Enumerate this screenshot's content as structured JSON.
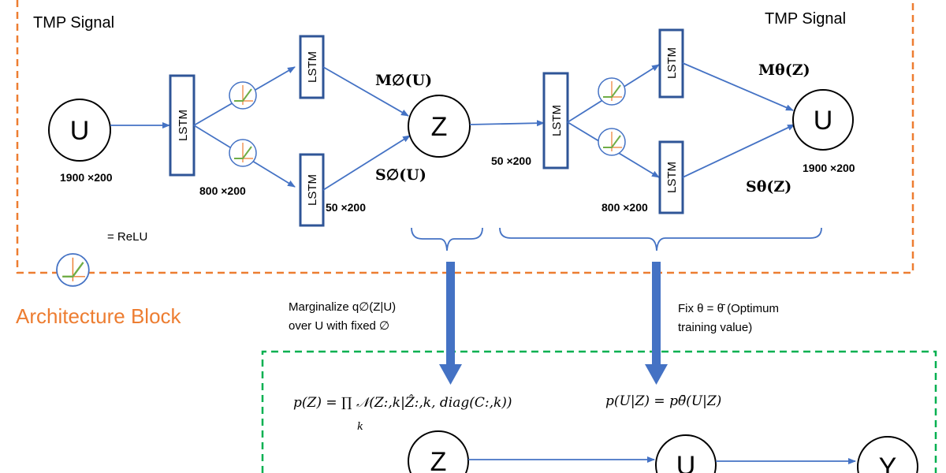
{
  "architecture_block": {
    "title_left": "TMP Signal",
    "title_right": "TMP Signal",
    "label": "Architecture  Block",
    "legend_label": "= ReLU"
  },
  "nodes": {
    "u_in": "U",
    "z_mid": "Z",
    "u_out": "U",
    "z_bottom": "Z",
    "u_bottom": "U",
    "y_bottom": "Y"
  },
  "lstm_label": "LSTM",
  "dimensions": {
    "u_in": "1900 ×200",
    "enc_first": "800 ×200",
    "enc_second": "50 ×200",
    "dec_first": "50 ×200",
    "dec_second": "800 ×200",
    "u_out": "1900 ×200"
  },
  "math_labels": {
    "m_phi": "M∅(U)",
    "s_phi": "S∅(U)",
    "m_theta": "Mθ(Z)",
    "s_theta": "Sθ(Z)"
  },
  "notes": {
    "marginalize_line1": "Marginalize q∅(Z|U)",
    "marginalize_line2": "over U with fixed ∅",
    "fix_line1": "Fix θ = θ̄ (Optimum",
    "fix_line2": "training value)"
  },
  "formulas": {
    "pz": "p(Z) = ∏ 𝒩(Z:,k|Ẑ:,k, diag(C:,k))",
    "pz_sub": "k",
    "pu": "p(U|Z) = pθ̄(U|Z)"
  },
  "colors": {
    "orange_border": "#ED7D31",
    "green_border": "#00B050",
    "blue": "#4472C4",
    "dark_blue": "#2F5597"
  }
}
